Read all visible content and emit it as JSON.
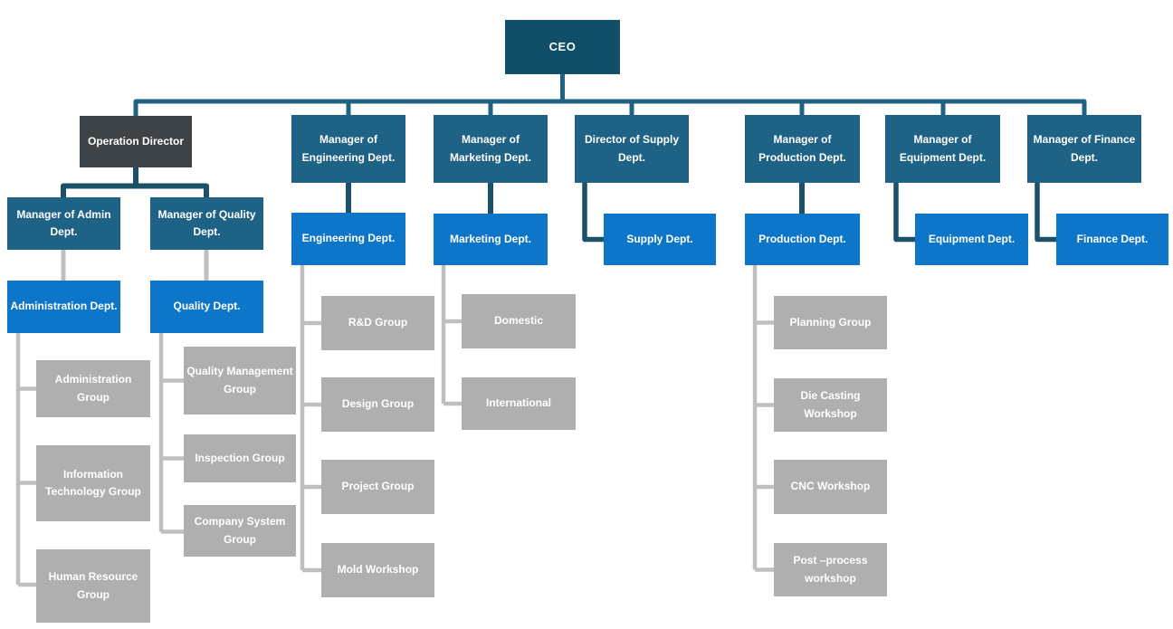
{
  "colors": {
    "executive_box": "#114E68",
    "manager_box": "#1E6285",
    "director_box": "#3E4347",
    "department_box": "#0E76C8",
    "team_box": "#AFAFAF",
    "connector_primary": "#1F6384",
    "connector_secondary": "#1A5068",
    "connector_team": "#BFBFBF",
    "text": "#FFFFFF",
    "background": "#FFFFFF"
  },
  "chart": {
    "type": "org-chart",
    "root": {
      "label": "CEO"
    },
    "branches": [
      {
        "label": "Operation Director",
        "children": [
          {
            "label": "Manager of Admin Dept.",
            "children": [
              {
                "label": "Administration Dept.",
                "children": [
                  {
                    "label": "Administration Group"
                  },
                  {
                    "label": "Information Technology Group"
                  },
                  {
                    "label": "Human Resource Group"
                  }
                ]
              }
            ]
          },
          {
            "label": "Manager of Quality Dept.",
            "children": [
              {
                "label": "Quality Dept.",
                "children": [
                  {
                    "label": "Quality Management Group"
                  },
                  {
                    "label": "Inspection Group"
                  },
                  {
                    "label": "Company System Group"
                  }
                ]
              }
            ]
          }
        ]
      },
      {
        "label": "Manager of Engineering Dept.",
        "children": [
          {
            "label": "Engineering Dept.",
            "children": [
              {
                "label": "R&D Group"
              },
              {
                "label": "Design Group"
              },
              {
                "label": "Project Group"
              },
              {
                "label": "Mold Workshop"
              }
            ]
          }
        ]
      },
      {
        "label": "Manager of Marketing Dept.",
        "children": [
          {
            "label": "Marketing Dept.",
            "children": [
              {
                "label": "Domestic"
              },
              {
                "label": "International"
              }
            ]
          }
        ]
      },
      {
        "label": "Director of Supply Dept.",
        "children": [
          {
            "label": "Supply Dept."
          }
        ]
      },
      {
        "label": "Manager of Production Dept.",
        "children": [
          {
            "label": "Production Dept.",
            "children": [
              {
                "label": "Planning Group"
              },
              {
                "label": "Die Casting Workshop"
              },
              {
                "label": "CNC Workshop"
              },
              {
                "label": "Post –process workshop"
              }
            ]
          }
        ]
      },
      {
        "label": "Manager of Equipment Dept.",
        "children": [
          {
            "label": "Equipment Dept."
          }
        ]
      },
      {
        "label": "Manager of Finance Dept.",
        "children": [
          {
            "label": "Finance Dept."
          }
        ]
      }
    ]
  }
}
